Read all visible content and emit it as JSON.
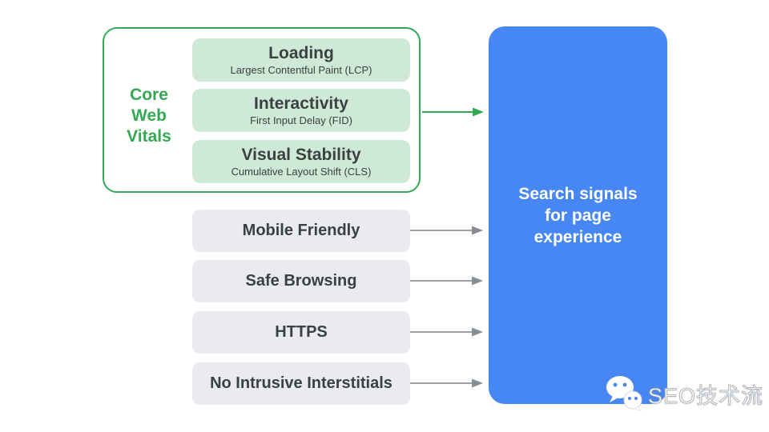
{
  "colors": {
    "accent_green": "#34a853",
    "light_green_fill": "#ceead6",
    "blue_fill": "#4687f4",
    "gray_fill": "#e9ebee",
    "text_dark": "#3c4043",
    "arrow_gray": "#9aa0a6",
    "white_text": "#ffffff"
  },
  "core_web_vitals": {
    "group_label": "Core\nWeb\nVitals",
    "items": [
      {
        "title": "Loading",
        "subtitle": "Largest Contentful Paint (LCP)"
      },
      {
        "title": "Interactivity",
        "subtitle": "First Input Delay (FID)"
      },
      {
        "title": "Visual Stability",
        "subtitle": "Cumulative Layout Shift (CLS)"
      }
    ]
  },
  "other_signals": [
    {
      "label": "Mobile Friendly"
    },
    {
      "label": "Safe Browsing"
    },
    {
      "label": "HTTPS"
    },
    {
      "label": "No Intrusive Interstitials"
    }
  ],
  "result_box": {
    "label": "Search signals\nfor page\nexperience"
  },
  "watermark": {
    "text": "SEO技术流"
  }
}
